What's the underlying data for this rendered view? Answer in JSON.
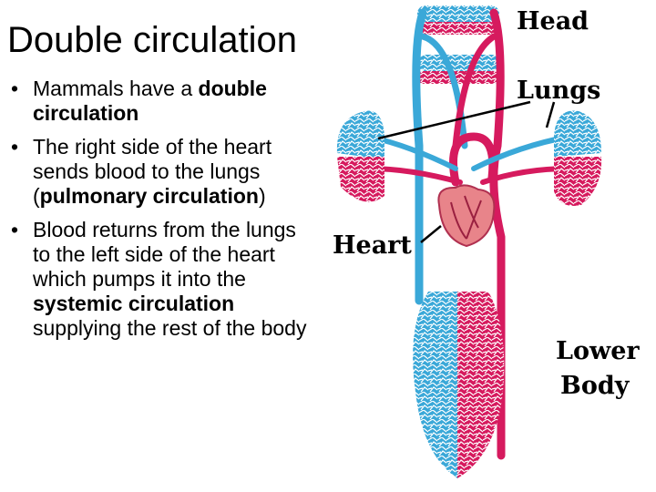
{
  "slide": {
    "title": "Double circulation",
    "bullets": [
      {
        "pre": "Mammals have a ",
        "bold": "double circulation",
        "post": ""
      },
      {
        "pre": "The right side of the heart sends blood to the lungs (",
        "bold": "pulmonary circulation",
        "post": ")"
      },
      {
        "pre": "Blood returns from the lungs to the left side of the heart which pumps it into the ",
        "bold": "systemic circulation",
        "post": " supplying the rest of the body"
      }
    ]
  },
  "diagram": {
    "labels": {
      "head": "Head",
      "lungs": "Lungs",
      "heart": "Heart",
      "lower_body_line1": "Lower",
      "lower_body_line2": "Body"
    },
    "colors": {
      "deoxygenated": "#3aa8d8",
      "oxygenated": "#d61a5e",
      "heart": "#e8848a"
    }
  }
}
